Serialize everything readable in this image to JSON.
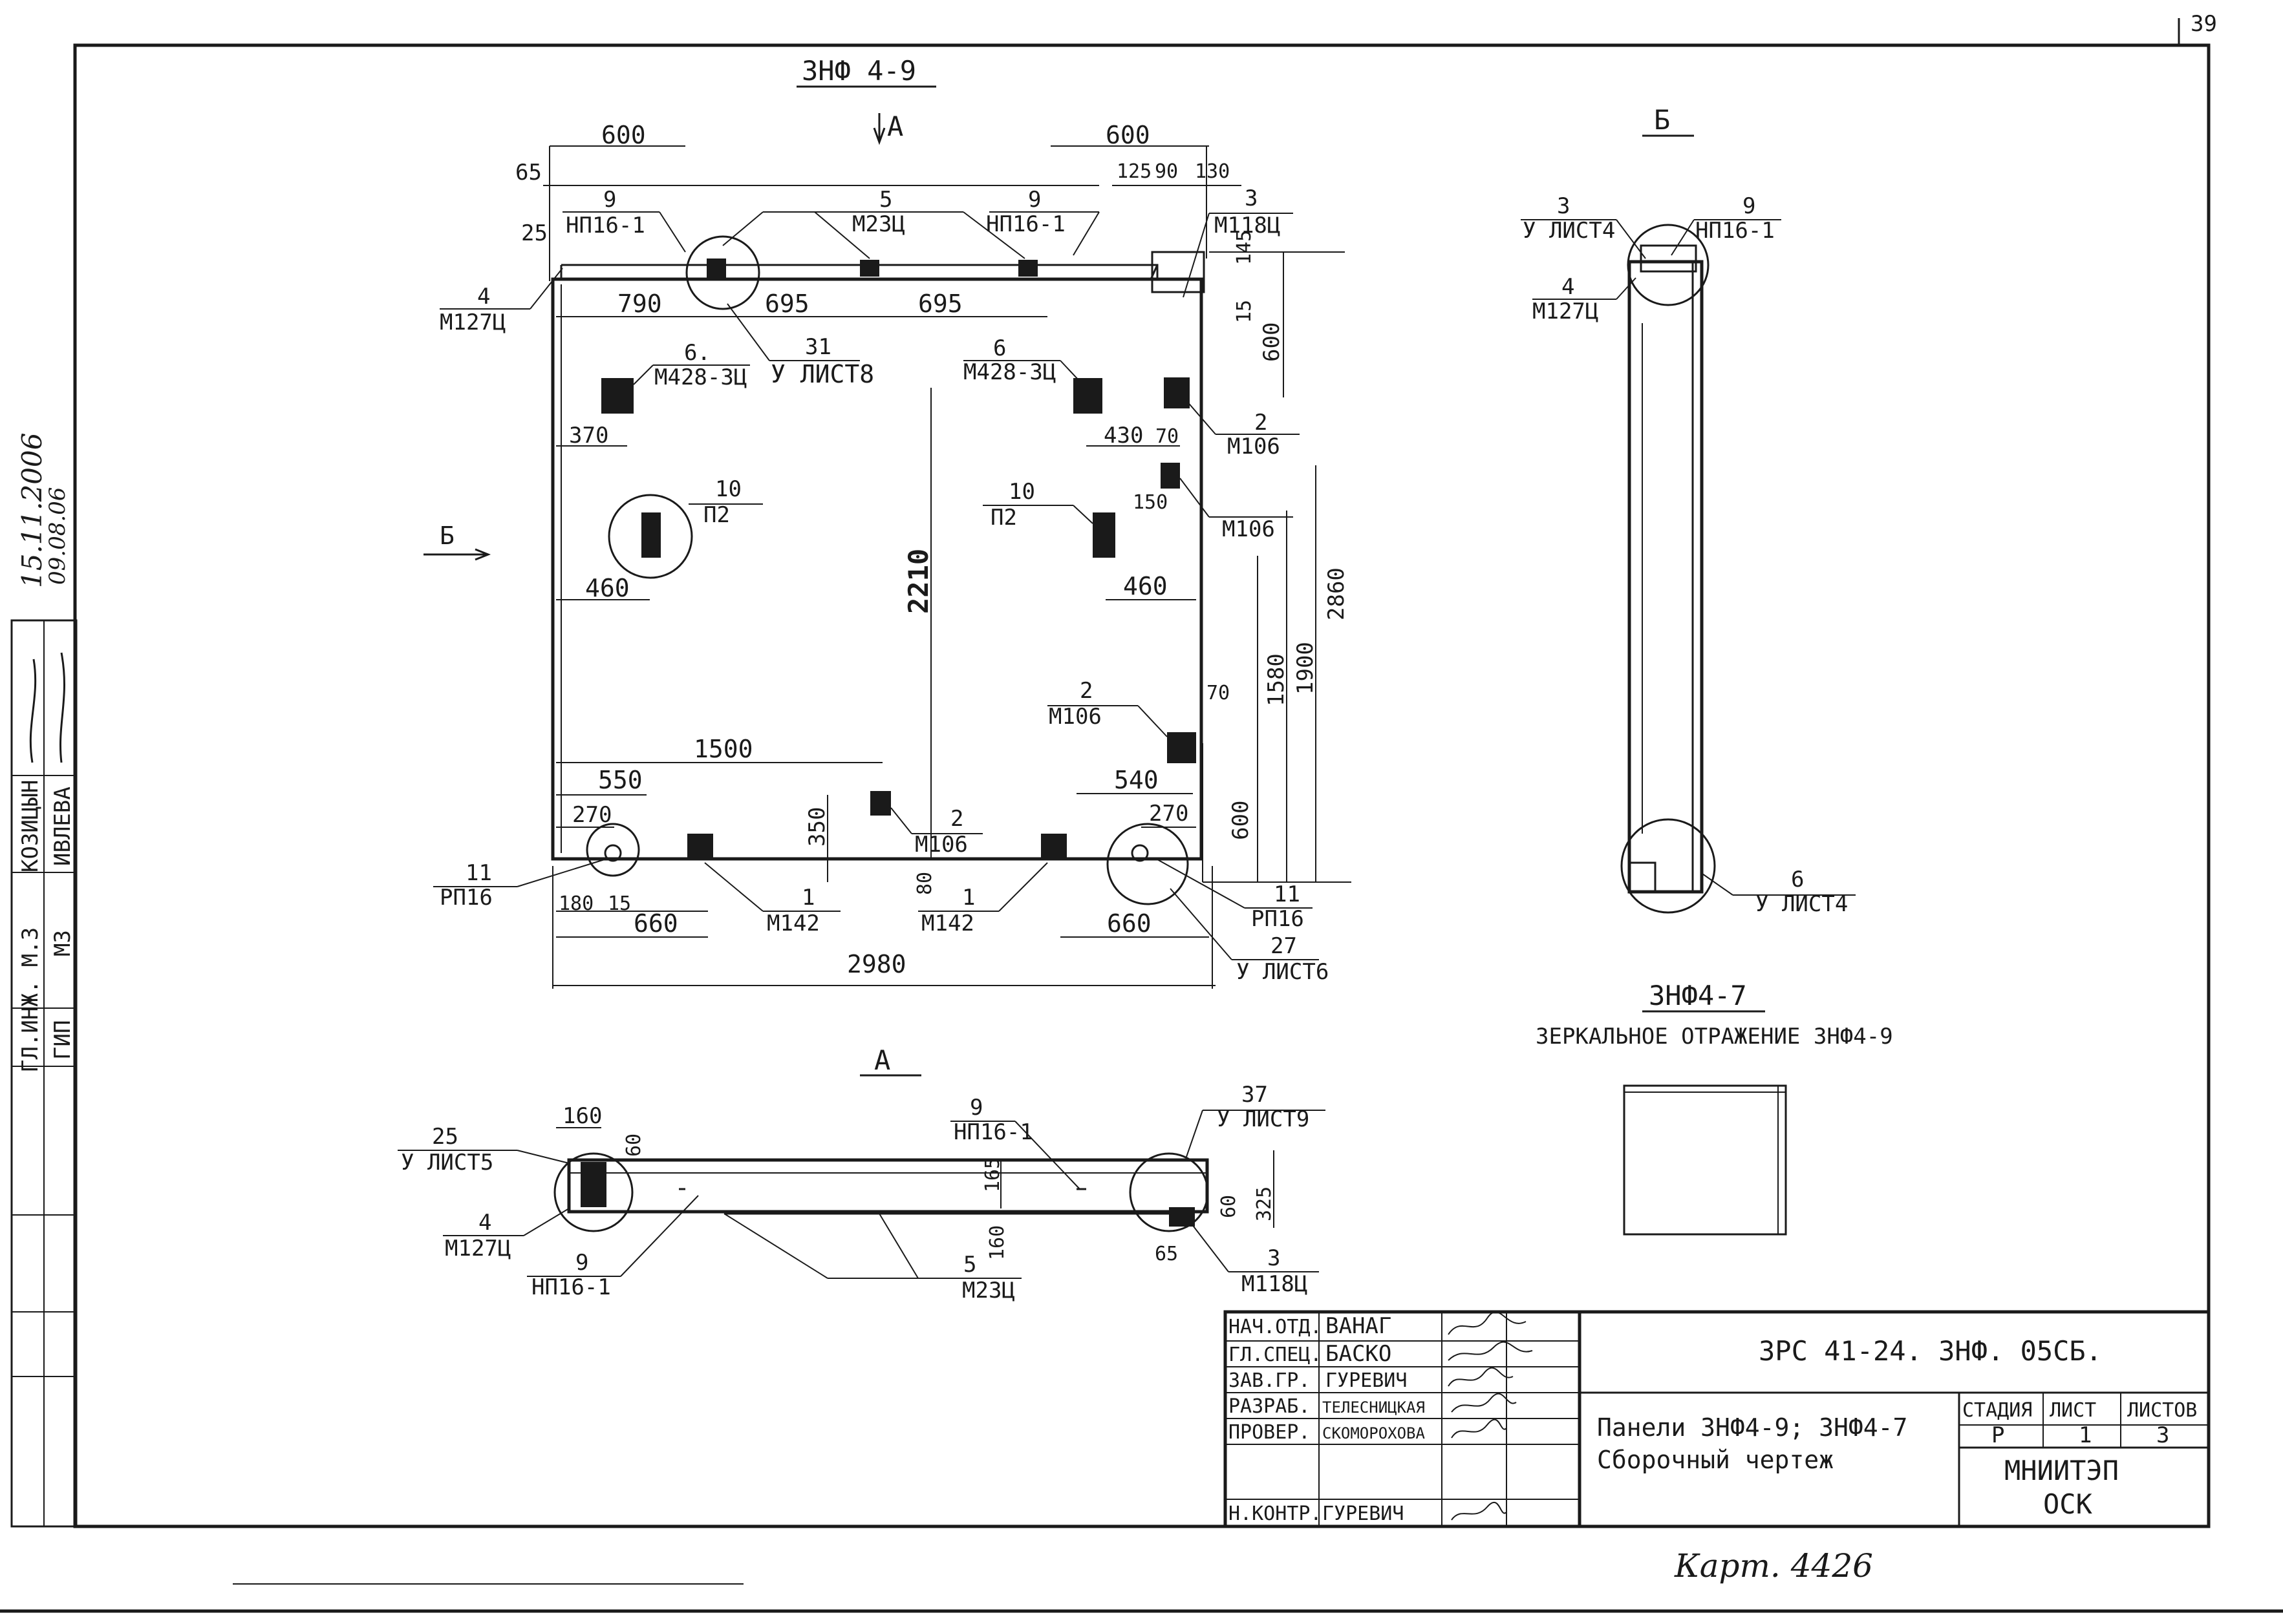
{
  "page_number": "39",
  "main_view": {
    "title": "ЗНФ 4-9",
    "arrow_a_label": "А",
    "arrow_b_label": "Б",
    "dims": {
      "top_left_600": "600",
      "top_right_600": "600",
      "d65": "65",
      "d25": "25",
      "d125": "125",
      "d90": "90",
      "d130": "130",
      "d790": "790",
      "d695a": "695",
      "d695b": "695",
      "d145": "145",
      "d15": "15",
      "d600r": "600",
      "d370": "370",
      "d430": "430",
      "d70a": "70",
      "d150": "150",
      "d460l": "460",
      "d460r": "460",
      "d2210": "2210",
      "d2860": "2860",
      "d1900": "1900",
      "d1580": "1580",
      "d70b": "70",
      "d1500": "1500",
      "d550": "550",
      "d540": "540",
      "d270l": "270",
      "d270r": "270",
      "d350": "350",
      "d600b": "600",
      "d80": "80",
      "d180": "180",
      "d15b": "15",
      "d660l": "660",
      "d660r": "660",
      "d2980": "2980"
    },
    "callouts": {
      "c9a_num": "9",
      "c9a_code": "НП16-1",
      "c5_num": "5",
      "c5_code": "М23Ц",
      "c9b_num": "9",
      "c9b_code": "НП16-1",
      "c3_num": "3",
      "c3_code": "М118Ц",
      "c4_num": "4",
      "c4_code": "М127Ц",
      "c6a_num": "6.",
      "c6a_code": "М428-3Ц",
      "c31_num": "31",
      "c31_code": "У ЛИСТ8",
      "c6b_num": "6",
      "c6b_code": "М428-3Ц",
      "c2a_num": "2",
      "c2a_code": "М106",
      "c10a_num": "10",
      "c10a_code": "П2",
      "c10b_num": "10",
      "c10b_code": "П2",
      "c_m106_code": "М106",
      "c2b_num": "2",
      "c2b_code": "М106",
      "c2c_num": "2",
      "c2c_code": "М106",
      "c11a_num": "11",
      "c11a_code": "РП16",
      "c1a_num": "1",
      "c1a_code": "М142",
      "c1b_num": "1",
      "c1b_code": "М142",
      "c11b_num": "11",
      "c11b_code": "РП16",
      "c27_num": "27",
      "c27_code": "У ЛИСТ6"
    }
  },
  "view_b": {
    "title": "Б",
    "c3_num": "3",
    "c3_code": "У ЛИСТ4",
    "c9_num": "9",
    "c9_code": "НП16-1",
    "c4_num": "4",
    "c4_code": "М127Ц",
    "c6_num": "6",
    "c6_code": "У ЛИСТ4"
  },
  "mirror_note": {
    "title": "ЗНФ4-7",
    "text": "ЗЕРКАЛЬНОЕ ОТРАЖЕНИЕ ЗНФ4-9"
  },
  "view_a": {
    "title": "А",
    "d160a": "160",
    "d60a": "60",
    "d165": "165",
    "d160b": "160",
    "d60b": "60",
    "d325": "325",
    "d65": "65",
    "c25_num": "25",
    "c25_code": "У ЛИСТ5",
    "c4_num": "4",
    "c4_code": "М127Ц",
    "c9a_num": "9",
    "c9a_code": "НП16-1",
    "c9b_num": "9",
    "c9b_code": "НП16-1",
    "c37_num": "37",
    "c37_code": "У ЛИСТ9",
    "c5_num": "5",
    "c5_code": "М23Ц",
    "c3_num": "3",
    "c3_code": "М118Ц"
  },
  "side_stamp": {
    "r1_role": "ГЛ.ИНЖ. М.3",
    "r1_name": "КОЗИЦЫН",
    "r1_date": "15.11.2006",
    "r2_role": "ГИП",
    "r2_sub": "М3",
    "r2_name": "ИВЛЕВА",
    "r2_date": "09.08.06"
  },
  "title_block": {
    "rows": [
      {
        "role": "НАЧ.ОТД.",
        "name": "ВАНАГ"
      },
      {
        "role": "ГЛ.СПЕЦ.",
        "name": "БАСКО"
      },
      {
        "role": "ЗАВ.ГР.",
        "name": "ГУРЕВИЧ"
      },
      {
        "role": "РАЗРАБ.",
        "name": "ТЕЛЕСНИЦКАЯ"
      },
      {
        "role": "ПРОВЕР.",
        "name": "СКОМОРОХОВА"
      },
      {
        "role": "Н.КОНТР.",
        "name": "ГУРЕВИЧ"
      }
    ],
    "doc_code": "ЗРС 41-24. ЗНФ. 05СБ.",
    "name_line1": "Панели ЗНФ4-9; ЗНФ4-7",
    "name_line2": "Сборочный чертеж",
    "stage_label": "СТАДИЯ",
    "sheet_label": "ЛИСТ",
    "sheets_label": "ЛИСТОВ",
    "stage_value": "Р",
    "sheet_value": "1",
    "sheets_value": "3",
    "org_line1": "МНИИТЭП",
    "org_line2": "ОСК"
  },
  "archive_note": "Карт. 4426"
}
